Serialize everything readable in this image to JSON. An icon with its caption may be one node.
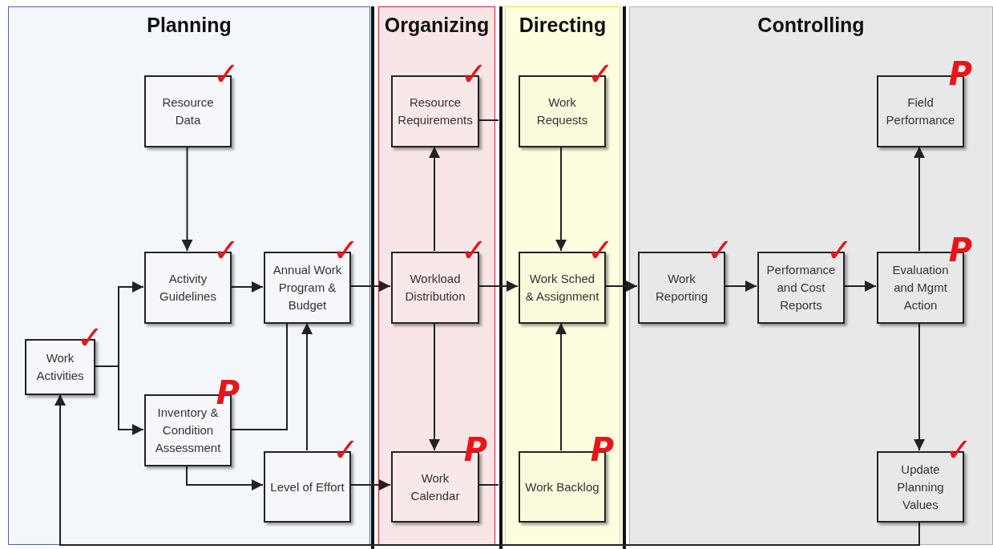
{
  "diagram": {
    "nodes": [
      {
        "text": [
          "Planning"
        ]
      },
      {
        "text": [
          "Organizing"
        ]
      },
      {
        "text": [
          "Directing"
        ]
      },
      {
        "text": [
          "Controlling"
        ]
      },
      {
        "text": [
          "Resource Data"
        ],
        "in": 0,
        "beside": [
          "✓"
        ]
      },
      {
        "text": [
          "Activity Guidelines"
        ],
        "in": 0,
        "beside": [
          "✓"
        ]
      },
      {
        "text": [
          "Annual Work Program & Budget"
        ],
        "in": 0,
        "beside": [
          "✓"
        ]
      },
      {
        "text": [
          "Work Activities"
        ],
        "in": 0,
        "beside": [
          "✓"
        ]
      },
      {
        "text": [
          "Inventory & Condition Assessment"
        ],
        "in": 0,
        "beside": [
          "P"
        ]
      },
      {
        "text": [
          "Level of Effort"
        ],
        "in": 0,
        "beside": [
          "✓"
        ]
      },
      {
        "text": [
          "Resource Requirements"
        ],
        "in": 1,
        "beside": [
          "✓"
        ]
      },
      {
        "text": [
          "Workload Distribution"
        ],
        "in": 1,
        "beside": [
          "✓"
        ]
      },
      {
        "text": [
          "Work Calendar"
        ],
        "in": 1,
        "beside": [
          "P"
        ]
      },
      {
        "text": [
          "Work Requests"
        ],
        "in": 2,
        "beside": [
          "✓"
        ]
      },
      {
        "text": [
          "Work Sched & Assignment"
        ],
        "in": 2,
        "beside": [
          "✓"
        ]
      },
      {
        "text": [
          "Work Backlog"
        ],
        "in": 2,
        "beside": [
          "P"
        ]
      },
      {
        "text": [
          "Work Reporting"
        ],
        "in": 3,
        "beside": [
          "✓"
        ]
      },
      {
        "text": [
          "Performance and Cost Reports"
        ],
        "in": 3,
        "beside": [
          "✓"
        ]
      },
      {
        "text": [
          "Evaluation and Mgmt Action"
        ],
        "in": 3,
        "beside": [
          "P"
        ]
      },
      {
        "text": [
          "Field Performance"
        ],
        "in": 3,
        "beside": [
          "P"
        ]
      },
      {
        "text": [
          "Update Planning Values"
        ],
        "in": 3,
        "beside": [
          "✓"
        ]
      }
    ],
    "edges": [
      {
        "from": 4,
        "to": 5,
        "arrow": "to"
      },
      {
        "from": 7,
        "to": 5,
        "arrow": "to"
      },
      {
        "from": 7,
        "to": 8,
        "arrow": "to"
      },
      {
        "from": 5,
        "to": 6,
        "arrow": "to"
      },
      {
        "from": 8,
        "to": 6,
        "arrow": "none"
      },
      {
        "from": 8,
        "to": 9,
        "arrow": "to"
      },
      {
        "from": 9,
        "to": 6,
        "arrow": "to"
      },
      {
        "from": 6,
        "to": 11,
        "arrow": "to"
      },
      {
        "from": 9,
        "to": 12,
        "arrow": "to"
      },
      {
        "from": 11,
        "to": 10,
        "arrow": "to"
      },
      {
        "from": 11,
        "to": 12,
        "arrow": "to"
      },
      {
        "from": 11,
        "to": 14,
        "arrow": "to"
      },
      {
        "from": 13,
        "to": 14,
        "arrow": "to"
      },
      {
        "from": 15,
        "to": 14,
        "arrow": "to"
      },
      {
        "from": 14,
        "to": 16,
        "arrow": "to"
      },
      {
        "from": 16,
        "to": 17,
        "arrow": "to"
      },
      {
        "from": 17,
        "to": 18,
        "arrow": "to"
      },
      {
        "from": 18,
        "to": 19,
        "arrow": "to"
      },
      {
        "from": 18,
        "to": 20,
        "arrow": "to"
      },
      {
        "from": 20,
        "to": 7,
        "arrow": "to"
      },
      {
        "from": 10,
        "to": null,
        "arrow": "none"
      },
      {
        "from": 12,
        "to": null,
        "arrow": "none"
      }
    ]
  }
}
